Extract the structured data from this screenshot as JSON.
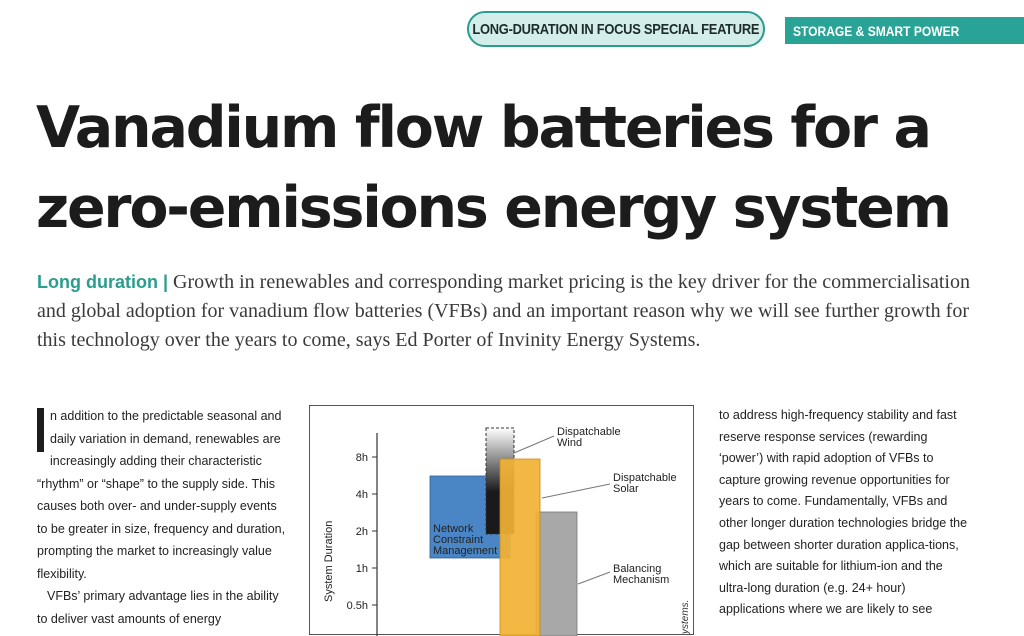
{
  "header": {
    "feature_pill": "LONG-DURATION IN FOCUS SPECIAL FEATURE",
    "section_tag": "STORAGE & SMART POWER"
  },
  "article": {
    "title_line1": "Vanadium flow batteries for a",
    "title_line2": "zero-emissions energy system",
    "standfirst_lead": "Long duration |",
    "standfirst_text": "Growth in renewables and corresponding market pricing is the key driver for the commercialisation and global adoption for vanadium flow batteries (VFBs) and an important reason why we will see further growth for this technology over the years to come, says Ed Porter of Invinity Energy Systems.",
    "col1_p1": "n addition to the predictable seasonal and daily variation in demand, renewables are increasingly adding their characteristic “rhythm” or “shape” to the supply side. This causes both over- and under-supply events to be greater in size, frequency and duration, prompting the market to increasingly value flexibility.",
    "col1_p2": "VFBs’ primary advantage lies in the ability to deliver vast amounts of energy",
    "col3_p1": "to address high-frequency stability and fast reserve response services (rewarding ‘power’) with rapid adoption of VFBs to capture growing revenue opportunities for years to come. Fundamentally, VFBs and other longer duration technologies bridge the gap between shorter duration applica-tions, which are suitable for lithium-ion and the ultra-long duration (e.g. 24+ hour) applications where we are likely to see"
  },
  "figure": {
    "ylabel": "System Duration",
    "ticks": [
      "8h",
      "4h",
      "2h",
      "1h",
      "0.5h"
    ],
    "side_caption": "ystems.",
    "colors": {
      "network": "#4a86c6",
      "wind_top": "#1a1a1a",
      "solar": "#f2b233",
      "balancing": "#a8a8a8"
    },
    "blocks": [
      {
        "name": "Network Constraint Management",
        "label_lines": [
          "Network",
          "Constraint",
          "Management"
        ]
      },
      {
        "name": "Dispatchable Wind",
        "label_lines": [
          "Dispatchable",
          "Wind"
        ]
      },
      {
        "name": "Dispatchable Solar",
        "label_lines": [
          "Dispatchable",
          "Solar"
        ]
      },
      {
        "name": "Balancing Mechanism",
        "label_lines": [
          "Balancing",
          "Mechanism"
        ]
      }
    ]
  }
}
